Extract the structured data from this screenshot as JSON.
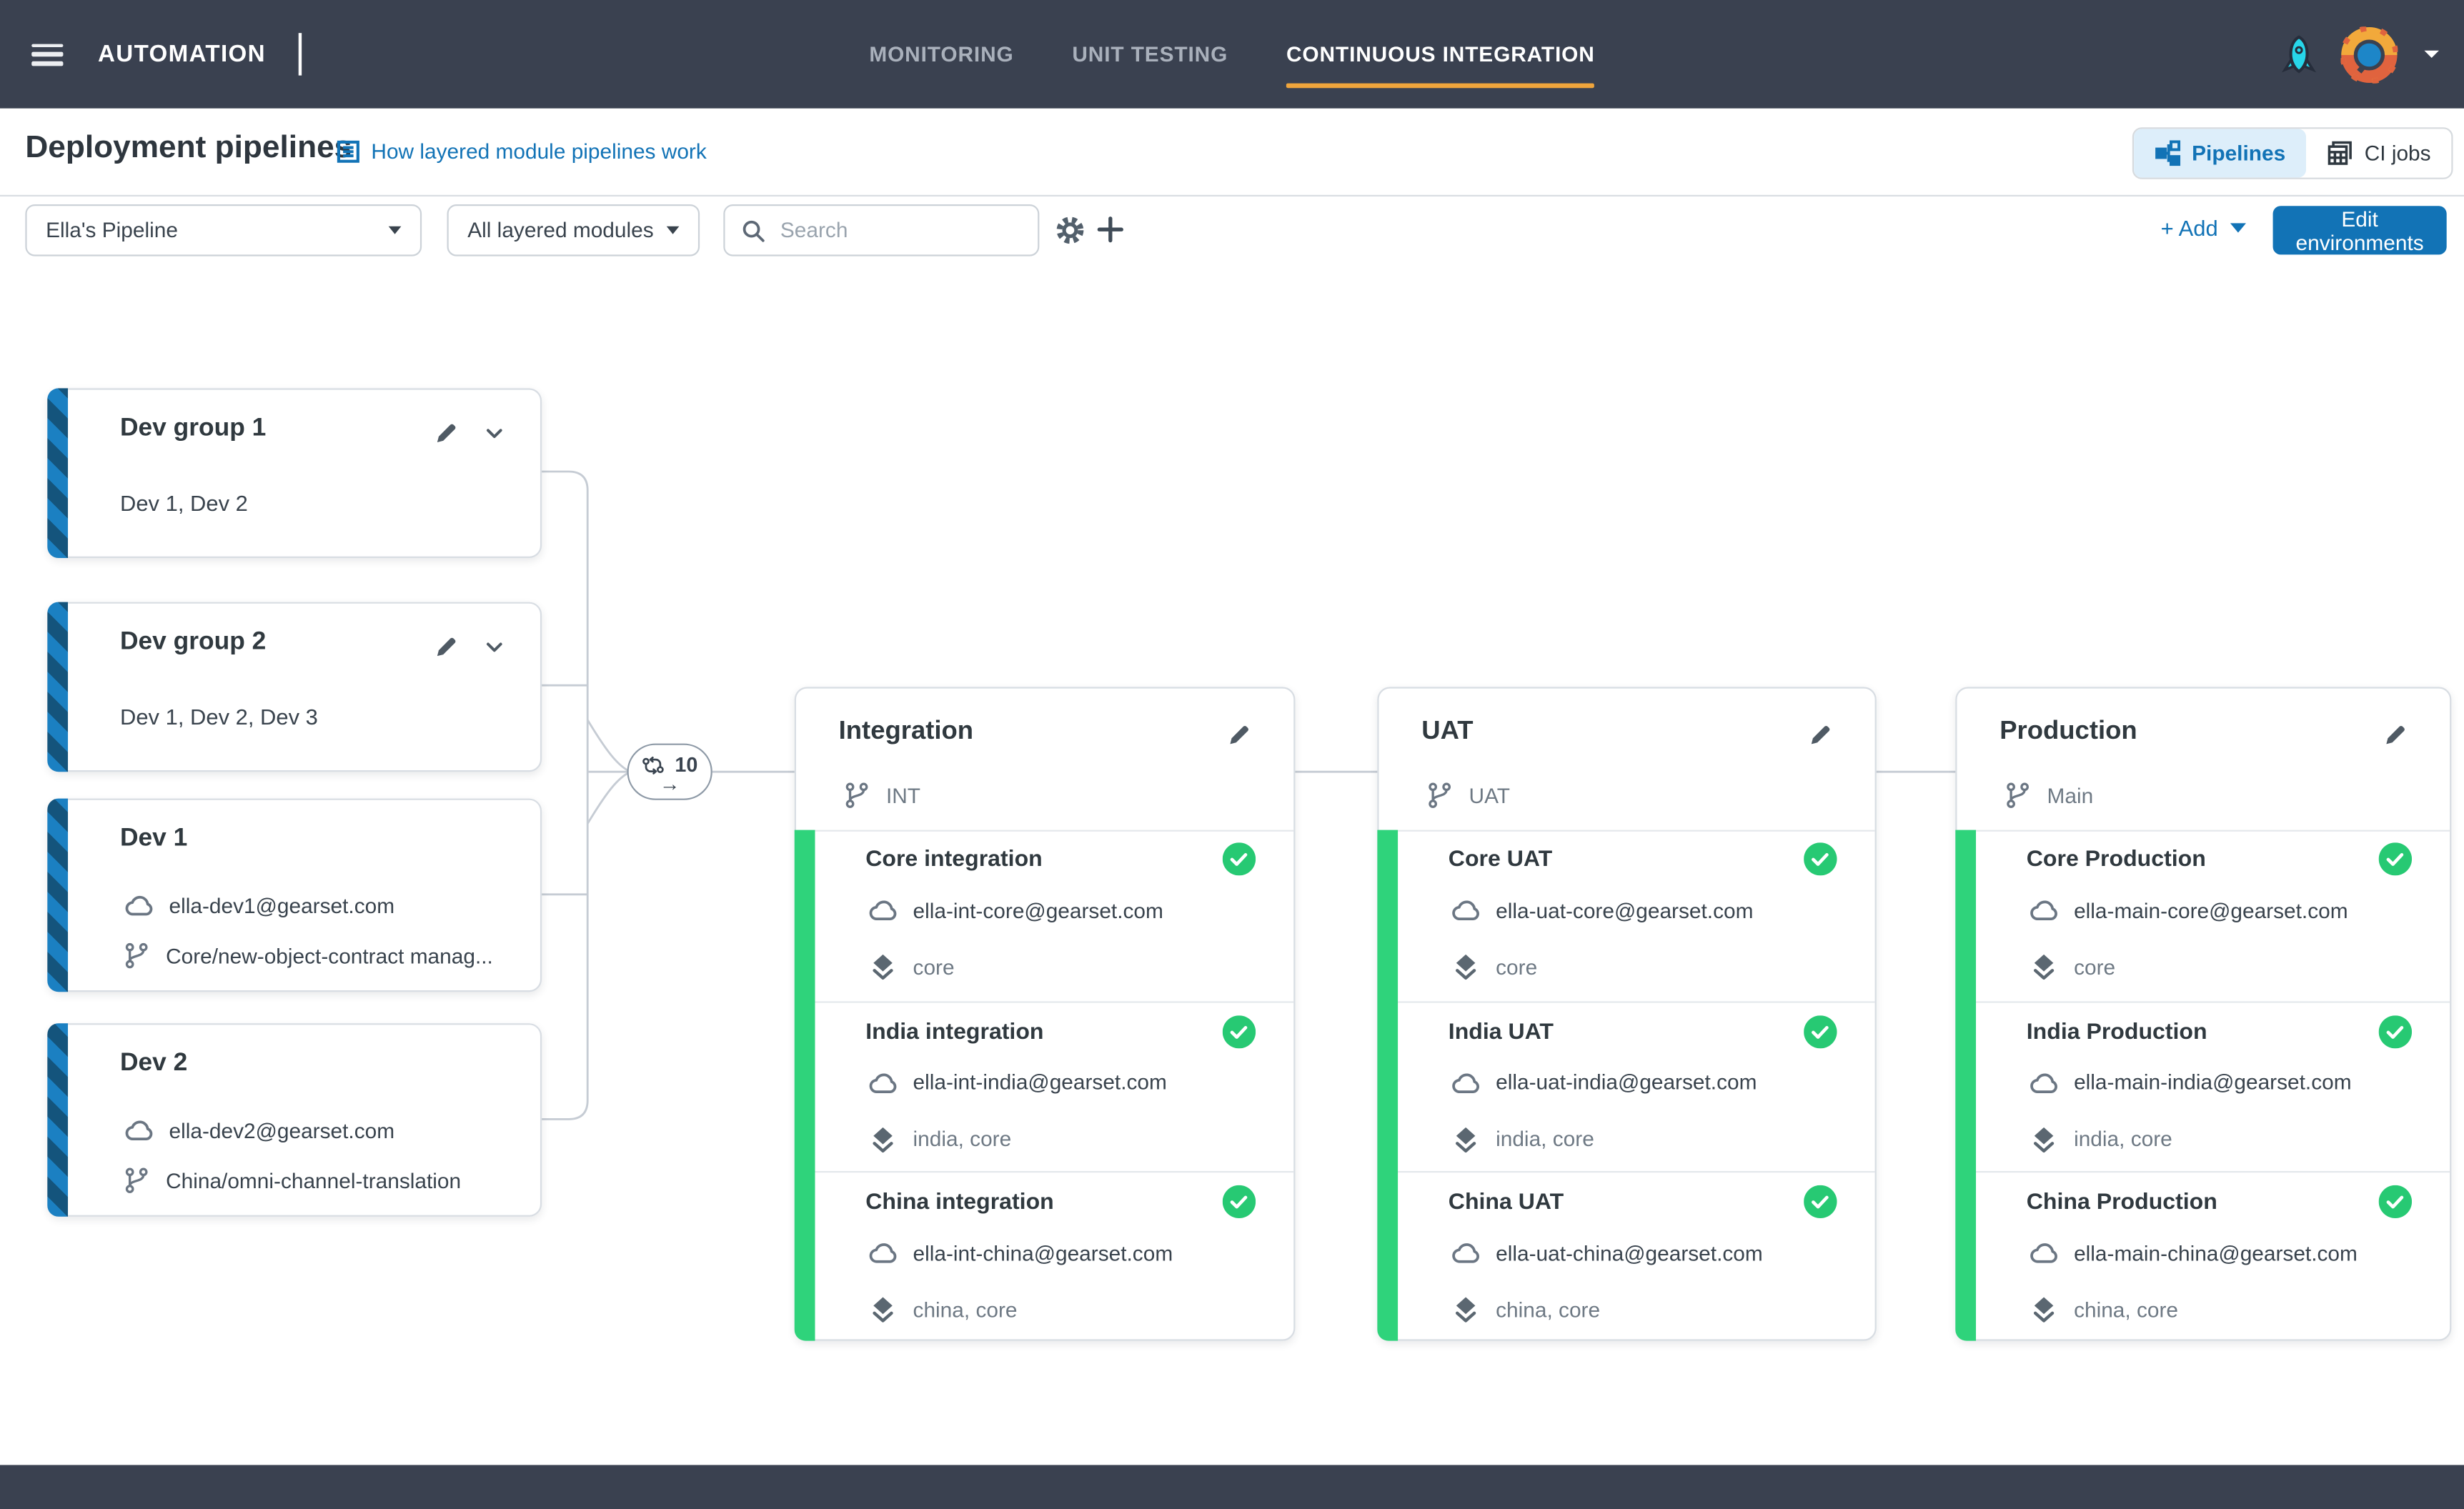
{
  "top_nav": {
    "brand": "AUTOMATION",
    "items": [
      {
        "label": "MONITORING"
      },
      {
        "label": "UNIT TESTING"
      },
      {
        "label": "CONTINUOUS INTEGRATION"
      }
    ]
  },
  "header": {
    "title": "Deployment pipelines",
    "help_link": "How layered module pipelines work",
    "view_toggle": {
      "pipelines": "Pipelines",
      "ci_jobs": "CI jobs"
    }
  },
  "toolbar": {
    "pipeline_select": "Ella's Pipeline",
    "modules_select": "All layered modules",
    "search_placeholder": "Search",
    "add_label": "+ Add",
    "edit_environments_label": "Edit environments"
  },
  "graph": {
    "merge_node": {
      "count": "10",
      "arrow": "→"
    },
    "dev_cards": [
      {
        "title": "Dev group 1",
        "subtitle": "Dev 1, Dev 2"
      },
      {
        "title": "Dev group 2",
        "subtitle": "Dev 1, Dev 2, Dev 3"
      },
      {
        "title": "Dev 1",
        "org": "ella-dev1@gearset.com",
        "branch": "Core/new-object-contract manag..."
      },
      {
        "title": "Dev 2",
        "org": "ella-dev2@gearset.com",
        "branch": "China/omni-channel-translation"
      }
    ],
    "stages": [
      {
        "title": "Integration",
        "branch": "INT",
        "rows": [
          {
            "title": "Core integration",
            "org": "ella-int-core@gearset.com",
            "modules": "core"
          },
          {
            "title": "India integration",
            "org": "ella-int-india@gearset.com",
            "modules": "india, core"
          },
          {
            "title": "China integration",
            "org": "ella-int-china@gearset.com",
            "modules": "china, core"
          }
        ]
      },
      {
        "title": "UAT",
        "branch": "UAT",
        "rows": [
          {
            "title": "Core UAT",
            "org": "ella-uat-core@gearset.com",
            "modules": "core"
          },
          {
            "title": "India UAT",
            "org": "ella-uat-india@gearset.com",
            "modules": "india, core"
          },
          {
            "title": "China UAT",
            "org": "ella-uat-china@gearset.com",
            "modules": "china, core"
          }
        ]
      },
      {
        "title": "Production",
        "branch": "Main",
        "rows": [
          {
            "title": "Core Production",
            "org": "ella-main-core@gearset.com",
            "modules": "core"
          },
          {
            "title": "India Production",
            "org": "ella-main-india@gearset.com",
            "modules": "india, core"
          },
          {
            "title": "China Production",
            "org": "ella-main-china@gearset.com",
            "modules": "china, core"
          }
        ]
      }
    ]
  },
  "colors": {
    "topbar": "#3a4150",
    "accent_blue": "#1273b6",
    "active_tab_underline": "#f0a53c",
    "stage_band_green": "#2fd37b",
    "check_green": "#27c973",
    "dev_band_blue_light": "#1b80c2",
    "dev_band_blue_dark": "#14547c"
  }
}
